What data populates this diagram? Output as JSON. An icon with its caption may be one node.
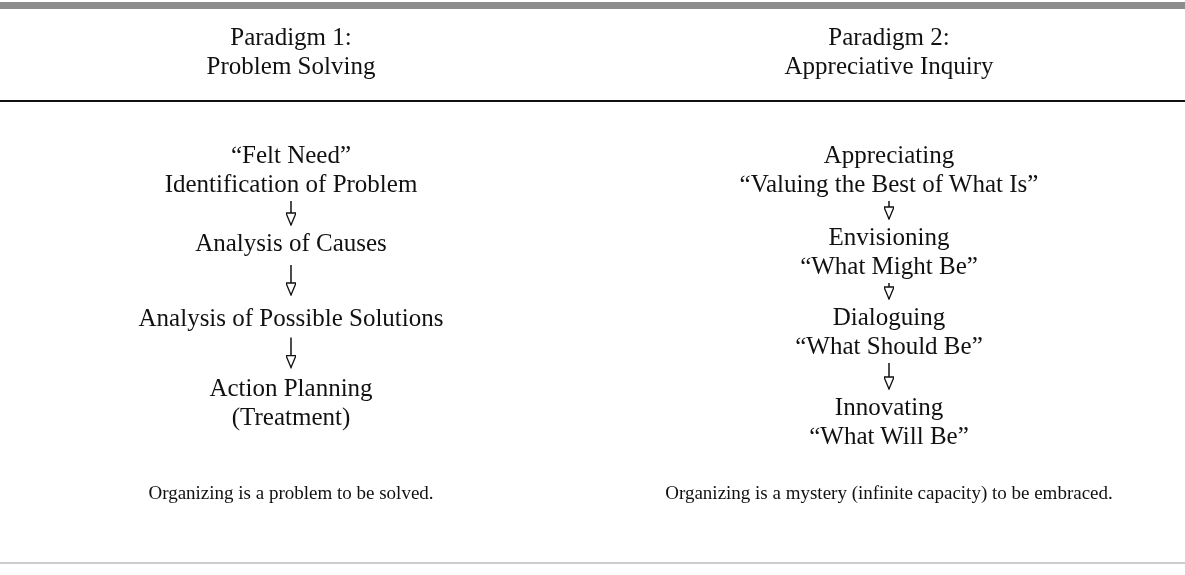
{
  "diagram": {
    "nodes": [
      {
        "text": [
          "“Felt Need”",
          "Identification of Problem"
        ]
      },
      {
        "text": [
          "Analysis of Causes"
        ]
      },
      {
        "text": [
          "Analysis of Possible Solutions"
        ]
      },
      {
        "text": [
          "Action Planning",
          "(Treatment)"
        ]
      },
      {
        "text": [
          "Appreciating",
          "“Valuing the Best of What Is”"
        ]
      },
      {
        "text": [
          "Envisioning",
          "“What Might Be”"
        ]
      },
      {
        "text": [
          "Dialoguing",
          "“What Should Be”"
        ]
      },
      {
        "text": [
          "Innovating",
          "“What Will Be”"
        ]
      }
    ],
    "edges": [
      {
        "from": 0,
        "to": 1,
        "arrow": "to"
      },
      {
        "from": 1,
        "to": 2,
        "arrow": "to"
      },
      {
        "from": 2,
        "to": 3,
        "arrow": "to"
      },
      {
        "from": 4,
        "to": 5,
        "arrow": "to"
      },
      {
        "from": 5,
        "to": 6,
        "arrow": "to"
      },
      {
        "from": 6,
        "to": 7,
        "arrow": "to"
      }
    ],
    "labels": [
      "Paradigm 1:",
      "Problem Solving",
      "Paradigm 2:",
      "Appreciative Inquiry",
      "Organizing is a problem to be solved.",
      "Organizing is a mystery (infinite capacity) to be embraced."
    ]
  }
}
